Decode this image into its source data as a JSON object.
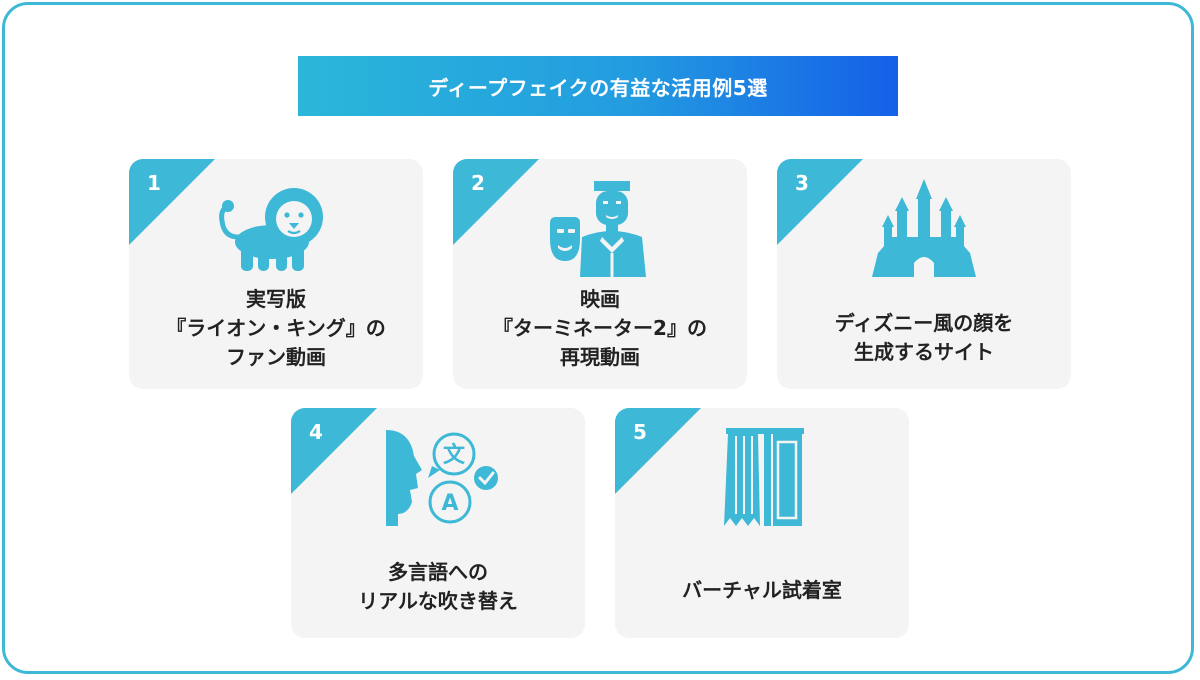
{
  "title": "ディープフェイクの有益な活用例5選",
  "colors": {
    "accent": "#3db8d6",
    "title_gradient_start": "#2ab7d9",
    "title_gradient_end": "#1560e8",
    "card_bg": "#f4f4f4"
  },
  "cards": [
    {
      "number": "1",
      "icon": "lion-icon",
      "lines": [
        "実写版",
        "『ライオン・キング』の",
        "ファン動画"
      ]
    },
    {
      "number": "2",
      "icon": "actor-mask-icon",
      "lines": [
        "映画",
        "『ターミネーター2』の",
        "再現動画"
      ]
    },
    {
      "number": "3",
      "icon": "castle-icon",
      "lines": [
        "ディズニー風の顔を",
        "生成するサイト"
      ]
    },
    {
      "number": "4",
      "icon": "translation-speech-icon",
      "lines": [
        "多言語への",
        "リアルな吹き替え"
      ]
    },
    {
      "number": "5",
      "icon": "fitting-room-curtain-icon",
      "lines": [
        "バーチャル試着室"
      ]
    }
  ]
}
